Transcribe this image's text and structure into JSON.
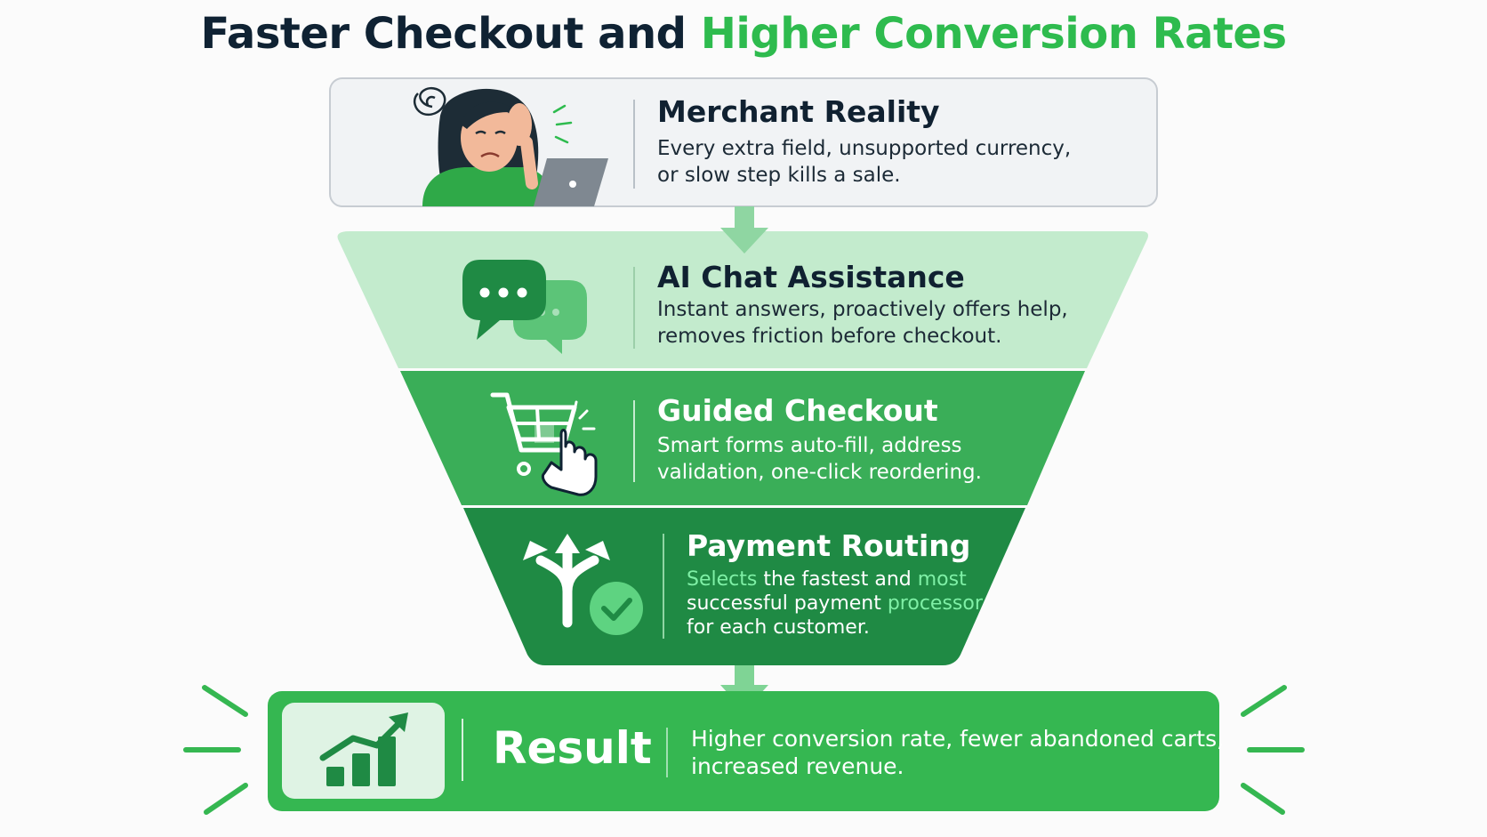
{
  "title": {
    "part1": "Faster Checkout and ",
    "part2": "Higher Conversion Rates"
  },
  "colors": {
    "navy": "#0f2233",
    "accent_green": "#2ebb4e",
    "stage1": "#c3ebcd",
    "stage2": "#3aae58",
    "stage3": "#1f8a44",
    "result": "#35b751"
  },
  "stages": [
    {
      "icon": "frustrated-merchant-illustration",
      "title": "Merchant Reality",
      "desc_line1": "Every extra field, unsupported currency,",
      "desc_line2": "or slow step kills a sale."
    },
    {
      "icon": "chat-bubbles-icon",
      "title": "AI Chat Assistance",
      "desc_line1": "Instant answers, proactively offers help,",
      "desc_line2": "removes friction before checkout."
    },
    {
      "icon": "shopping-cart-click-icon",
      "title": "Guided Checkout",
      "desc_line1": "Smart forms auto-fill, address",
      "desc_line2": "validation, one-click reordering."
    },
    {
      "icon": "route-split-check-icon",
      "title": "Payment Routing",
      "desc_line1_a": "Selects ",
      "desc_line1_b": "the fastest and ",
      "desc_line1_c": "most",
      "desc_line2_a": "successful payment ",
      "desc_line2_b": "processor",
      "desc_line3": "for each customer."
    }
  ],
  "result": {
    "icon": "growth-chart-icon",
    "title": "Result",
    "desc_line1": "Higher conversion rate, fewer abandoned carts,",
    "desc_line2": "increased revenue."
  }
}
